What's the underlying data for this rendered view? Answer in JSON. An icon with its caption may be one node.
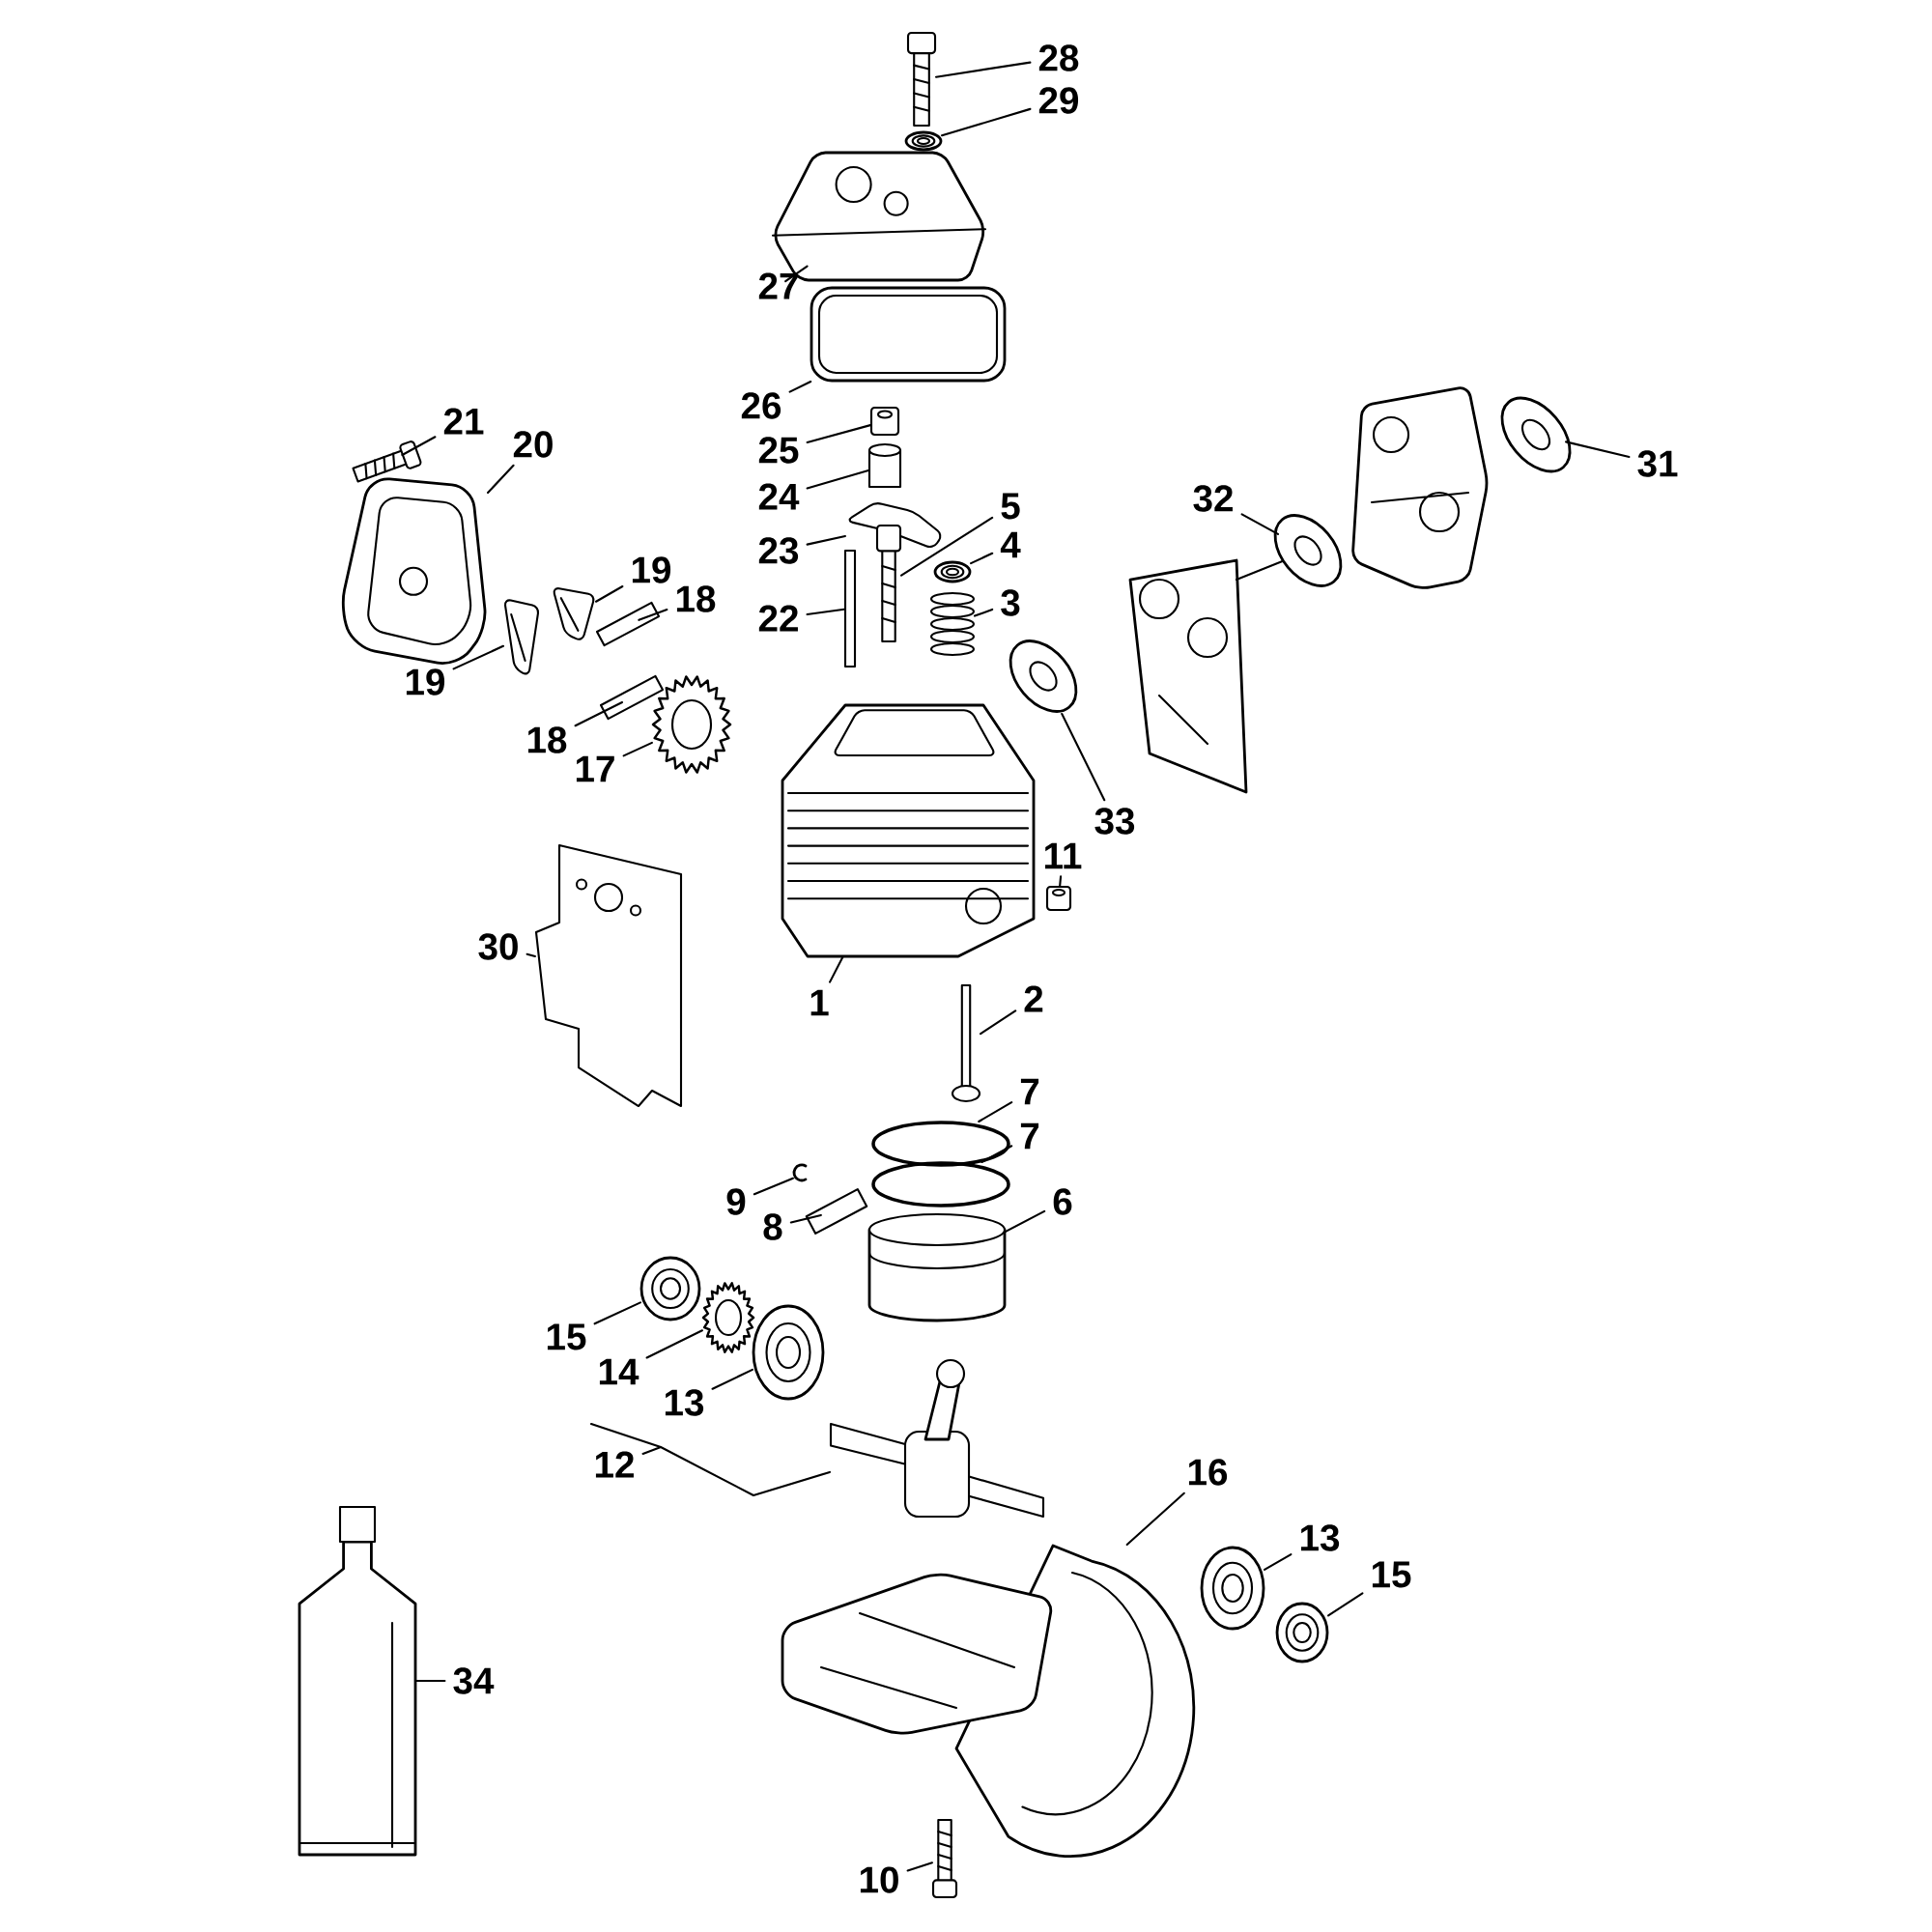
{
  "diagram": {
    "nodes": [
      {
        "text": [
          "28"
        ]
      },
      {
        "text": [],
        "shape": "picture"
      },
      {
        "text": [
          "29"
        ]
      },
      {
        "text": [],
        "shape": "picture"
      },
      {
        "text": [
          "27"
        ]
      },
      {
        "text": [],
        "shape": "picture"
      },
      {
        "text": [
          "26"
        ]
      },
      {
        "text": [],
        "shape": "picture"
      },
      {
        "text": [
          "25"
        ]
      },
      {
        "text": [],
        "shape": "picture"
      },
      {
        "text": [
          "24"
        ]
      },
      {
        "text": [],
        "shape": "cylinder"
      },
      {
        "text": [
          "23"
        ]
      },
      {
        "text": [],
        "shape": "picture"
      },
      {
        "text": [
          "5"
        ]
      },
      {
        "text": [],
        "shape": "picture"
      },
      {
        "text": [
          "4"
        ]
      },
      {
        "text": [],
        "shape": "picture"
      },
      {
        "text": [
          "3"
        ]
      },
      {
        "text": [],
        "shape": "picture"
      },
      {
        "text": [
          "22"
        ]
      },
      {
        "text": [],
        "shape": "bar"
      },
      {
        "text": [
          "21"
        ]
      },
      {
        "text": [],
        "shape": "picture"
      },
      {
        "text": [
          "20"
        ]
      },
      {
        "text": [],
        "shape": "picture"
      },
      {
        "text": [
          "19"
        ]
      },
      {
        "text": [],
        "shape": "picture"
      },
      {
        "text": [
          "18"
        ]
      },
      {
        "text": [],
        "shape": "picture"
      },
      {
        "text": [
          "19"
        ]
      },
      {
        "text": [],
        "shape": "picture"
      },
      {
        "text": [
          "18"
        ]
      },
      {
        "text": [],
        "shape": "picture"
      },
      {
        "text": [
          "17"
        ]
      },
      {
        "text": [],
        "shape": "picture"
      },
      {
        "text": [
          "33"
        ]
      },
      {
        "text": [],
        "shape": "picture"
      },
      {
        "text": [
          "31"
        ]
      },
      {
        "text": [],
        "shape": "picture"
      },
      {
        "text": [
          "32"
        ]
      },
      {
        "text": [],
        "shape": "picture"
      },
      {
        "text": [
          "11"
        ]
      },
      {
        "text": [],
        "shape": "picture"
      },
      {
        "text": [
          "30"
        ]
      },
      {
        "text": [],
        "shape": "picture"
      },
      {
        "text": [
          "1"
        ]
      },
      {
        "text": [],
        "shape": "picture"
      },
      {
        "text": [
          "2"
        ]
      },
      {
        "text": [],
        "shape": "picture"
      },
      {
        "text": [
          "7"
        ]
      },
      {
        "text": [],
        "shape": "circle"
      },
      {
        "text": [
          "7"
        ]
      },
      {
        "text": [],
        "shape": "circle"
      },
      {
        "text": [
          "9"
        ]
      },
      {
        "text": [],
        "shape": "picture"
      },
      {
        "text": [
          "8"
        ]
      },
      {
        "text": [],
        "shape": "picture"
      },
      {
        "text": [
          "6"
        ]
      },
      {
        "text": [],
        "shape": "picture"
      },
      {
        "text": [
          "15"
        ]
      },
      {
        "text": [],
        "shape": "picture"
      },
      {
        "text": [
          "14"
        ]
      },
      {
        "text": [],
        "shape": "picture"
      },
      {
        "text": [
          "13"
        ]
      },
      {
        "text": [],
        "shape": "picture"
      },
      {
        "text": [
          "12"
        ]
      },
      {
        "text": [],
        "shape": "picture"
      },
      {
        "text": [
          "16"
        ]
      },
      {
        "text": [],
        "shape": "picture"
      },
      {
        "text": [
          "13"
        ]
      },
      {
        "text": [],
        "shape": "picture"
      },
      {
        "text": [
          "15"
        ]
      },
      {
        "text": [],
        "shape": "picture"
      },
      {
        "text": [
          "34"
        ]
      },
      {
        "text": [],
        "shape": "picture"
      },
      {
        "text": [
          "10"
        ]
      },
      {
        "text": [],
        "shape": "picture"
      }
    ],
    "edges": [
      {
        "from": 0,
        "to": 1,
        "arrow": "none"
      },
      {
        "from": 2,
        "to": 3,
        "arrow": "none"
      },
      {
        "from": 4,
        "to": 5,
        "arrow": "none"
      },
      {
        "from": 6,
        "to": 7,
        "arrow": "none"
      },
      {
        "from": 8,
        "to": 9,
        "arrow": "none"
      },
      {
        "from": 10,
        "to": 11,
        "arrow": "none"
      },
      {
        "from": 12,
        "to": 13,
        "arrow": "none"
      },
      {
        "from": 14,
        "to": 15,
        "arrow": "none"
      },
      {
        "from": 16,
        "to": 17,
        "arrow": "none"
      },
      {
        "from": 18,
        "to": 19,
        "arrow": "none"
      },
      {
        "from": 20,
        "to": 21,
        "arrow": "none"
      },
      {
        "from": 22,
        "to": 23,
        "arrow": "none"
      },
      {
        "from": 24,
        "to": 25,
        "arrow": "none"
      },
      {
        "from": 26,
        "to": 27,
        "arrow": "none"
      },
      {
        "from": 28,
        "to": 29,
        "arrow": "none"
      },
      {
        "from": 30,
        "to": 31,
        "arrow": "none"
      },
      {
        "from": 32,
        "to": 33,
        "arrow": "none"
      },
      {
        "from": 34,
        "to": 35,
        "arrow": "none"
      },
      {
        "from": 36,
        "to": 37,
        "arrow": "none"
      },
      {
        "from": 38,
        "to": 39,
        "arrow": "none"
      },
      {
        "from": 40,
        "to": 41,
        "arrow": "none"
      },
      {
        "from": 42,
        "to": 43,
        "arrow": "none"
      },
      {
        "from": 44,
        "to": 45,
        "arrow": "none"
      },
      {
        "from": 46,
        "to": 47,
        "arrow": "none"
      },
      {
        "from": 48,
        "to": 49,
        "arrow": "none"
      },
      {
        "from": 50,
        "to": 51,
        "arrow": "none"
      },
      {
        "from": 52,
        "to": 53,
        "arrow": "none"
      },
      {
        "from": 54,
        "to": 55,
        "arrow": "none"
      },
      {
        "from": 56,
        "to": 57,
        "arrow": "none"
      },
      {
        "from": 58,
        "to": 59,
        "arrow": "none"
      },
      {
        "from": 60,
        "to": 61,
        "arrow": "none"
      },
      {
        "from": 62,
        "to": 63,
        "arrow": "none"
      },
      {
        "from": 64,
        "to": 65,
        "arrow": "none"
      },
      {
        "from": 66,
        "to": 67,
        "arrow": "none"
      },
      {
        "from": 68,
        "to": 69,
        "arrow": "none"
      },
      {
        "from": 70,
        "to": 71,
        "arrow": "none"
      },
      {
        "from": 72,
        "to": 73,
        "arrow": "none"
      },
      {
        "from": 74,
        "to": 75,
        "arrow": "none"
      },
      {
        "from": 76,
        "to": 77,
        "arrow": "none"
      }
    ]
  }
}
